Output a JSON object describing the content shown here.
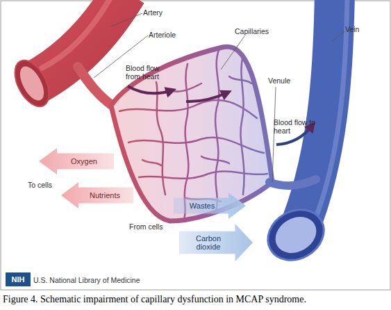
{
  "diagram": {
    "caption": "Figure 4. Schematic impairment of capillary dysfunction in MCAP syndrome.",
    "nodes": [
      {
        "text": [
          "Oxygen"
        ]
      },
      {
        "text": [
          "Nutrients"
        ]
      },
      {
        "text": [
          "Wastes"
        ]
      },
      {
        "text": [
          "Carbon dioxide"
        ]
      },
      {
        "text": [
          "NIH"
        ]
      }
    ],
    "labels": [
      "Artery",
      "Arteriole",
      "Capillaries",
      "Vein",
      "Venule",
      "Blood flow from heart",
      "Blood flow to heart",
      "To cells",
      "From cells",
      "U.S. National Library of Medicine"
    ]
  }
}
